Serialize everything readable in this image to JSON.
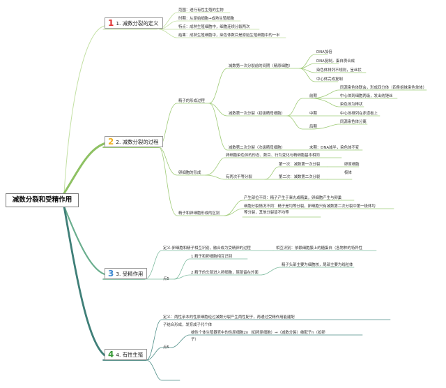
{
  "root": {
    "label": "减数分裂和受精作用"
  },
  "colors": {
    "line1": "#b9dc95",
    "line2": "#95c76c",
    "line3": "#6aae8e",
    "line4": "#3f7f78",
    "num1": "#e03030",
    "num2": "#f0b020",
    "num3": "#3a86d0",
    "num4": "#3a9a3a"
  },
  "b1": {
    "num": "1",
    "label": "1. 减数分裂的定义",
    "items": [
      "范围：进行有性生殖的生物",
      "时期：从原始细胞→成熟生殖细胞",
      "特点：成熟生殖细胞中，细胞连续分裂两次",
      "结果：成熟生殖细胞中，染色体数目是原始生殖细胞中的一半"
    ]
  },
  "b2": {
    "num": "2",
    "label": "2. 减数分裂的过程",
    "sperm": {
      "label": "精子的形成过程",
      "interphase": {
        "label": "减数第一次分裂前的间期（精原细胞）",
        "items": [
          "DNA加倍",
          "DNA复制，蛋白质合成",
          "染色体排列不规则，呈丝状",
          "中心体完成复制"
        ]
      },
      "first": {
        "label": "减数第一次分裂（初级精母细胞）",
        "pro": {
          "label": "前期",
          "items": [
            "同源染色体联会，形成四分体（四条姐妹染色单体）",
            "中心体到细胞两级，发出纺锤丝",
            "染色体为棒状"
          ]
        },
        "meta": {
          "label": "中期",
          "item": "中心体排列在赤道板上"
        },
        "ana": {
          "label": "后期",
          "item": "同源染色体分离"
        }
      },
      "second": {
        "label": "减数第二次分裂（次级精母细胞）",
        "note": "末期：DNA减半，染色体不变"
      }
    },
    "egg": {
      "label": "卵细胞的形成",
      "desc": "卵细胞染色体的形态、数目、行为变化与精细胞基本相同",
      "two": {
        "label": "有两次不等分裂",
        "first": {
          "label": "第一次：减数第一次分裂",
          "note": "卵原细胞"
        },
        "second": {
          "label": "第二次：减数第二次分裂",
          "note": "极体"
        }
      }
    },
    "diff": {
      "label": "精子和卵细胞形成的区别",
      "items": [
        "产生部位不同：精子产生于睾丸或精巢，卵细胞产生与卵巢",
        "细胞分裂情况不同：精子是均等分裂，卵细胞只有减数第二次分裂中第一极体均",
        "等分裂，其他分裂皆不均等"
      ]
    }
  },
  "b3": {
    "num": "3",
    "label": "3. 受精作用",
    "def": "定义:卵细胞和精子相互识别，融合成为受精卵的过程",
    "recog": "相互识别：依赖细胞膜上的糖蛋白（各物种的特异性",
    "sub": "点5",
    "p1": "1.精子和卵细胞相互识别",
    "p2": "2.精子的头部进入卵细胞，尾部留在外面",
    "p2note": "精子头部主要为细胞核，尾部主要为线粒体"
  },
  "b4": {
    "num": "4",
    "label": "4. 有性生殖",
    "def1": "定义：两性亲本的性原细胞经过减数分裂产生两性配子，再通过受精作用能建配",
    "def2": "子结合形成，发育成子代个体",
    "sub": "点5",
    "flow1": "雄性个体生殖器官中的性原细胞2n（如卵原细胞）→（减数分裂）雄配子n（如卵",
    "flow2": "子）"
  }
}
